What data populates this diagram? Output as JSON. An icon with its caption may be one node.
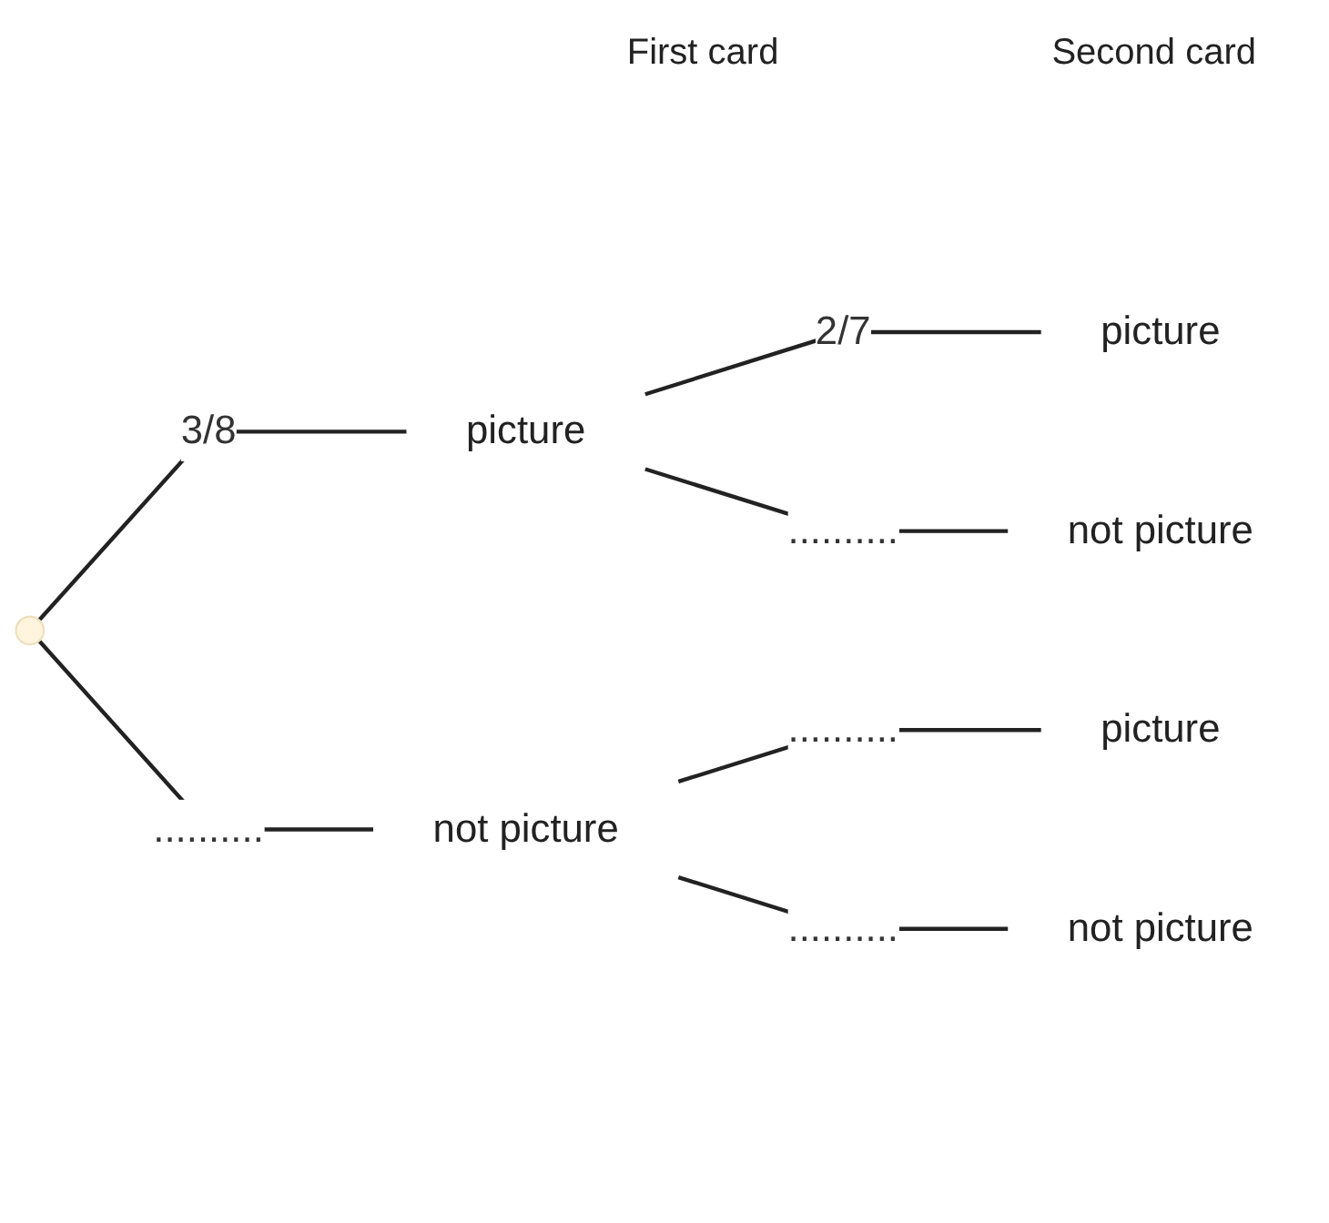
{
  "diagram": {
    "nodes": [
      {
        "text": [],
        "shape": "point"
      },
      {
        "text": [
          "picture"
        ]
      },
      {
        "text": [
          "not picture"
        ]
      },
      {
        "text": [
          "picture"
        ]
      },
      {
        "text": [
          "not picture"
        ]
      },
      {
        "text": [
          "picture"
        ]
      },
      {
        "text": [
          "not picture"
        ]
      }
    ],
    "edges": [
      {
        "from": 0,
        "to": 1,
        "arrow": "none",
        "label": "3/8"
      },
      {
        "from": 0,
        "to": 2,
        "arrow": "none",
        "label": ".........."
      },
      {
        "from": 1,
        "to": 3,
        "arrow": "none",
        "label": "2/7"
      },
      {
        "from": 1,
        "to": 4,
        "arrow": "none",
        "label": ".........."
      },
      {
        "from": 2,
        "to": 5,
        "arrow": "none",
        "label": ".........."
      },
      {
        "from": 2,
        "to": 6,
        "arrow": "none",
        "label": ".........."
      }
    ],
    "labels": [
      "First card",
      "Second card"
    ]
  }
}
